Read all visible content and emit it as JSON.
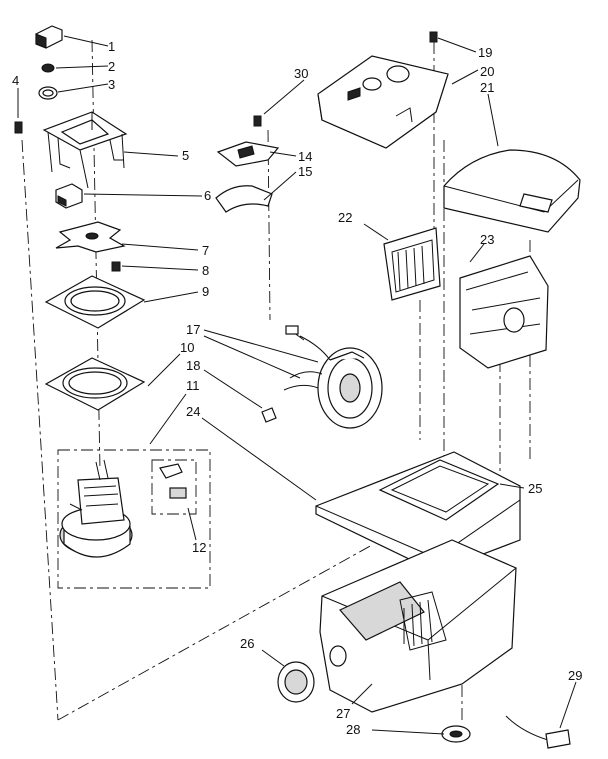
{
  "diagram": {
    "callouts": [
      {
        "id": "c1",
        "text": "1"
      },
      {
        "id": "c2",
        "text": "2"
      },
      {
        "id": "c3",
        "text": "3"
      },
      {
        "id": "c4",
        "text": "4"
      },
      {
        "id": "c5",
        "text": "5"
      },
      {
        "id": "c6",
        "text": "6"
      },
      {
        "id": "c7",
        "text": "7"
      },
      {
        "id": "c8",
        "text": "8"
      },
      {
        "id": "c9",
        "text": "9"
      },
      {
        "id": "c10",
        "text": "10"
      },
      {
        "id": "c11",
        "text": "11"
      },
      {
        "id": "c12",
        "text": "12"
      },
      {
        "id": "c14",
        "text": "14"
      },
      {
        "id": "c15",
        "text": "15"
      },
      {
        "id": "c17",
        "text": "17"
      },
      {
        "id": "c18",
        "text": "18"
      },
      {
        "id": "c19",
        "text": "19"
      },
      {
        "id": "c20",
        "text": "20"
      },
      {
        "id": "c21",
        "text": "21"
      },
      {
        "id": "c22",
        "text": "22"
      },
      {
        "id": "c23",
        "text": "23"
      },
      {
        "id": "c24",
        "text": "24"
      },
      {
        "id": "c25",
        "text": "25"
      },
      {
        "id": "c26",
        "text": "26"
      },
      {
        "id": "c27",
        "text": "27"
      },
      {
        "id": "c28",
        "text": "28"
      },
      {
        "id": "c29",
        "text": "29"
      },
      {
        "id": "c30",
        "text": "30"
      }
    ]
  }
}
